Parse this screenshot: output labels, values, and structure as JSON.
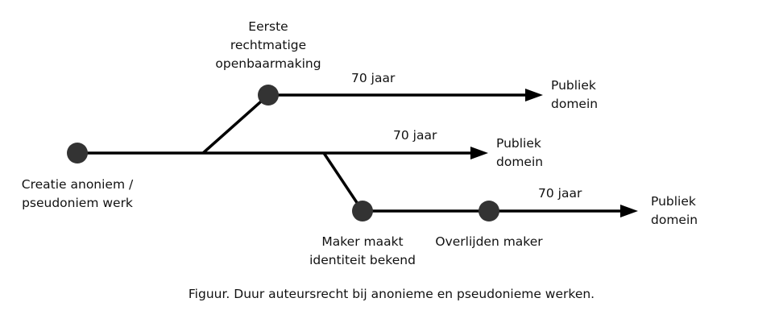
{
  "nodes": {
    "creation": [
      "Creatie anoniem /",
      "pseudoniem werk"
    ],
    "first_publication": [
      "Eerste",
      "rechtmatige",
      "openbaarmaking"
    ],
    "identity_revealed": [
      "Maker maakt",
      "identiteit bekend"
    ],
    "death": [
      "Overlijden maker"
    ]
  },
  "branches": [
    {
      "duration": "70 jaar",
      "end": [
        "Publiek",
        "domein"
      ]
    },
    {
      "duration": "70 jaar",
      "end": [
        "Publiek",
        "domein"
      ]
    },
    {
      "duration": "70 jaar",
      "end": [
        "Publiek",
        "domein"
      ]
    }
  ],
  "caption": "Figuur. Duur auteursrecht bij anonieme en pseudonieme werken.",
  "colors": {
    "line": "#000000",
    "dot": "#333333"
  }
}
